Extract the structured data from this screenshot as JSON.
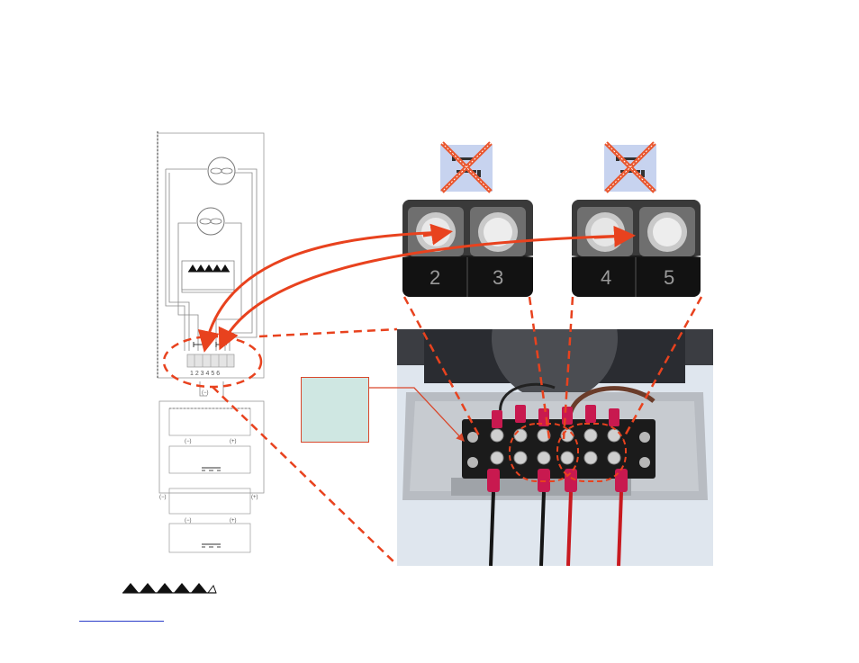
{
  "schematic": {
    "terminal_numbers": "1 2 3 4 5 6",
    "minus_sign": "(−)",
    "plus_sign": "(+)"
  },
  "closeups": {
    "left": {
      "numbers": [
        "2",
        "3"
      ]
    },
    "right": {
      "numbers": [
        "4",
        "5"
      ]
    }
  },
  "icons": [
    "crossed-out-jumper-icon",
    "warning-triangle-row-icon"
  ],
  "colors": {
    "arrow": "#e8421e",
    "callout_fill": "#cfe7e2",
    "link": "#2a3cc8",
    "wire_red": "#c8191f",
    "wire_black": "#151515"
  }
}
